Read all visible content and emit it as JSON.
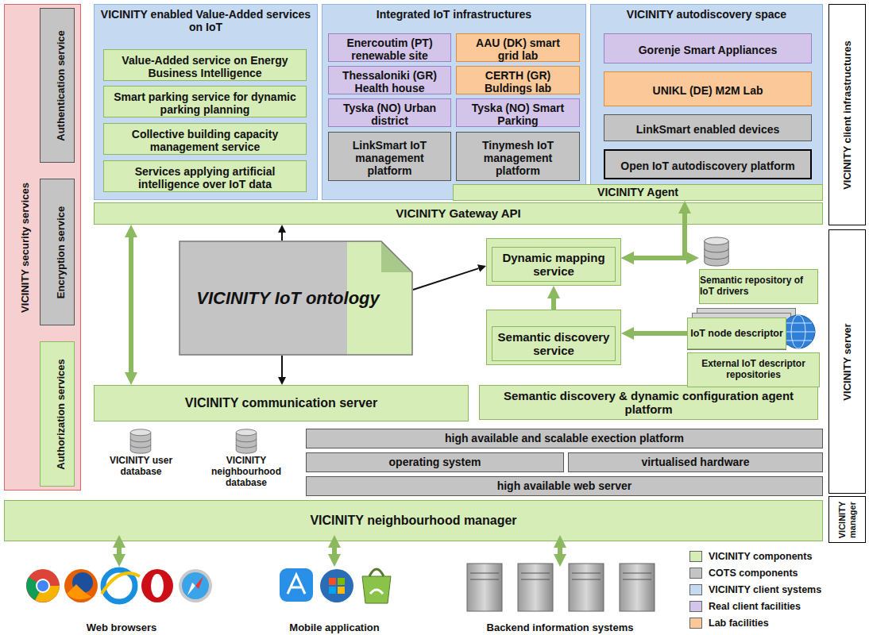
{
  "diagram": {
    "nodes": [
      {
        "text": [
          "VICINITY security services"
        ]
      },
      {
        "text": [
          "Authentication service"
        ],
        "in": 0
      },
      {
        "text": [
          "Encryption service"
        ],
        "in": 0
      },
      {
        "text": [
          "Authorization services"
        ],
        "in": 0
      },
      {
        "text": [
          "VICINITY enabled Value-Added services on IoT"
        ]
      },
      {
        "text": [
          "Value-Added service on Energy Business Intelligence"
        ],
        "in": 4
      },
      {
        "text": [
          "Smart parking service for dynamic parking planning"
        ],
        "in": 4
      },
      {
        "text": [
          "Collective building capacity management service"
        ],
        "in": 4
      },
      {
        "text": [
          "Services applying artificial intelligence over IoT data"
        ],
        "in": 4
      },
      {
        "text": [
          "Integrated IoT infrastructures"
        ]
      },
      {
        "text": [
          "Enercoutim (PT) renewable site"
        ],
        "in": 9
      },
      {
        "text": [
          "AAU (DK) smart grid lab"
        ],
        "in": 9
      },
      {
        "text": [
          "Thessaloniki (GR) Health house"
        ],
        "in": 9
      },
      {
        "text": [
          "CERTH (GR) Buldings lab"
        ],
        "in": 9
      },
      {
        "text": [
          "Tyska (NO) Urban district"
        ],
        "in": 9
      },
      {
        "text": [
          "Tyska (NO) Smart Parking"
        ],
        "in": 9
      },
      {
        "text": [
          "LinkSmart IoT management platform"
        ],
        "in": 9
      },
      {
        "text": [
          "Tinymesh IoT management platform"
        ],
        "in": 9
      },
      {
        "text": [
          "VICINITY autodiscovery space"
        ]
      },
      {
        "text": [
          "Gorenje Smart Appliances"
        ],
        "in": 18
      },
      {
        "text": [
          "UNIKL (DE) M2M Lab"
        ],
        "in": 18
      },
      {
        "text": [
          "LinkSmart enabled devices"
        ],
        "in": 18
      },
      {
        "text": [
          "Open IoT autodiscovery platform"
        ],
        "in": 18
      },
      {
        "text": [
          "VICINITY client infrastructures"
        ]
      },
      {
        "text": [
          "VICINITY Agent"
        ]
      },
      {
        "text": [
          "VICINITY Gateway API"
        ]
      },
      {
        "text": [
          "VICINITY IoT ontology"
        ]
      },
      {
        "text": [
          "Semantic discovery & dynamic configuration agent platform"
        ]
      },
      {
        "text": [
          "Dynamic mapping service"
        ],
        "in": 27
      },
      {
        "text": [
          "Semantic discovery service"
        ],
        "in": 27
      },
      {
        "text": [
          "Semantic repository of IoT drivers"
        ],
        "in": 27
      },
      {
        "text": [
          "IoT node descriptor",
          "External IoT descriptor repositories"
        ],
        "in": 27
      },
      {
        "text": [
          "VICINITY communication server"
        ]
      },
      {
        "text": [
          "VICINITY user database"
        ]
      },
      {
        "text": [
          "VICINITY neighbourhood database"
        ]
      },
      {
        "text": [
          "high available and scalable exection platform"
        ]
      },
      {
        "text": [
          "operating system"
        ]
      },
      {
        "text": [
          "virtualised hardware"
        ]
      },
      {
        "text": [
          "high available web server"
        ]
      },
      {
        "text": [
          "VICINITY server"
        ]
      },
      {
        "text": [
          "VICINITY neighbourhood manager"
        ]
      },
      {
        "text": [
          "VICINITY manager"
        ]
      },
      {
        "text": [
          "Web browsers"
        ]
      },
      {
        "text": [
          "Mobile application"
        ]
      },
      {
        "text": [
          "Backend information systems"
        ]
      }
    ],
    "edges": [
      {
        "from": 25,
        "to": 32,
        "arrow": "both"
      },
      {
        "from": 26,
        "to": 25,
        "arrow": "to"
      },
      {
        "from": 26,
        "to": 32,
        "arrow": "to"
      },
      {
        "from": 26,
        "to": 28,
        "arrow": "to"
      },
      {
        "from": 29,
        "to": 28,
        "arrow": "to"
      },
      {
        "from": 31,
        "to": 29,
        "arrow": "to"
      },
      {
        "from": 28,
        "to": 24,
        "arrow": "both"
      },
      {
        "from": 28,
        "to": 30,
        "arrow": "both"
      },
      {
        "from": 40,
        "to": 42,
        "arrow": "both"
      },
      {
        "from": 40,
        "to": 43,
        "arrow": "both"
      },
      {
        "from": 40,
        "to": 44,
        "arrow": "both"
      }
    ],
    "legend": [
      {
        "text": "VICINITY components",
        "color": "#d7edb8"
      },
      {
        "text": "COTS components",
        "color": "#c4c4c4"
      },
      {
        "text": "VICINITY client systems",
        "color": "#c5d9f1"
      },
      {
        "text": "Real client facilities",
        "color": "#d3c4ea"
      },
      {
        "text": "Lab facilities",
        "color": "#fbc89a"
      }
    ]
  }
}
